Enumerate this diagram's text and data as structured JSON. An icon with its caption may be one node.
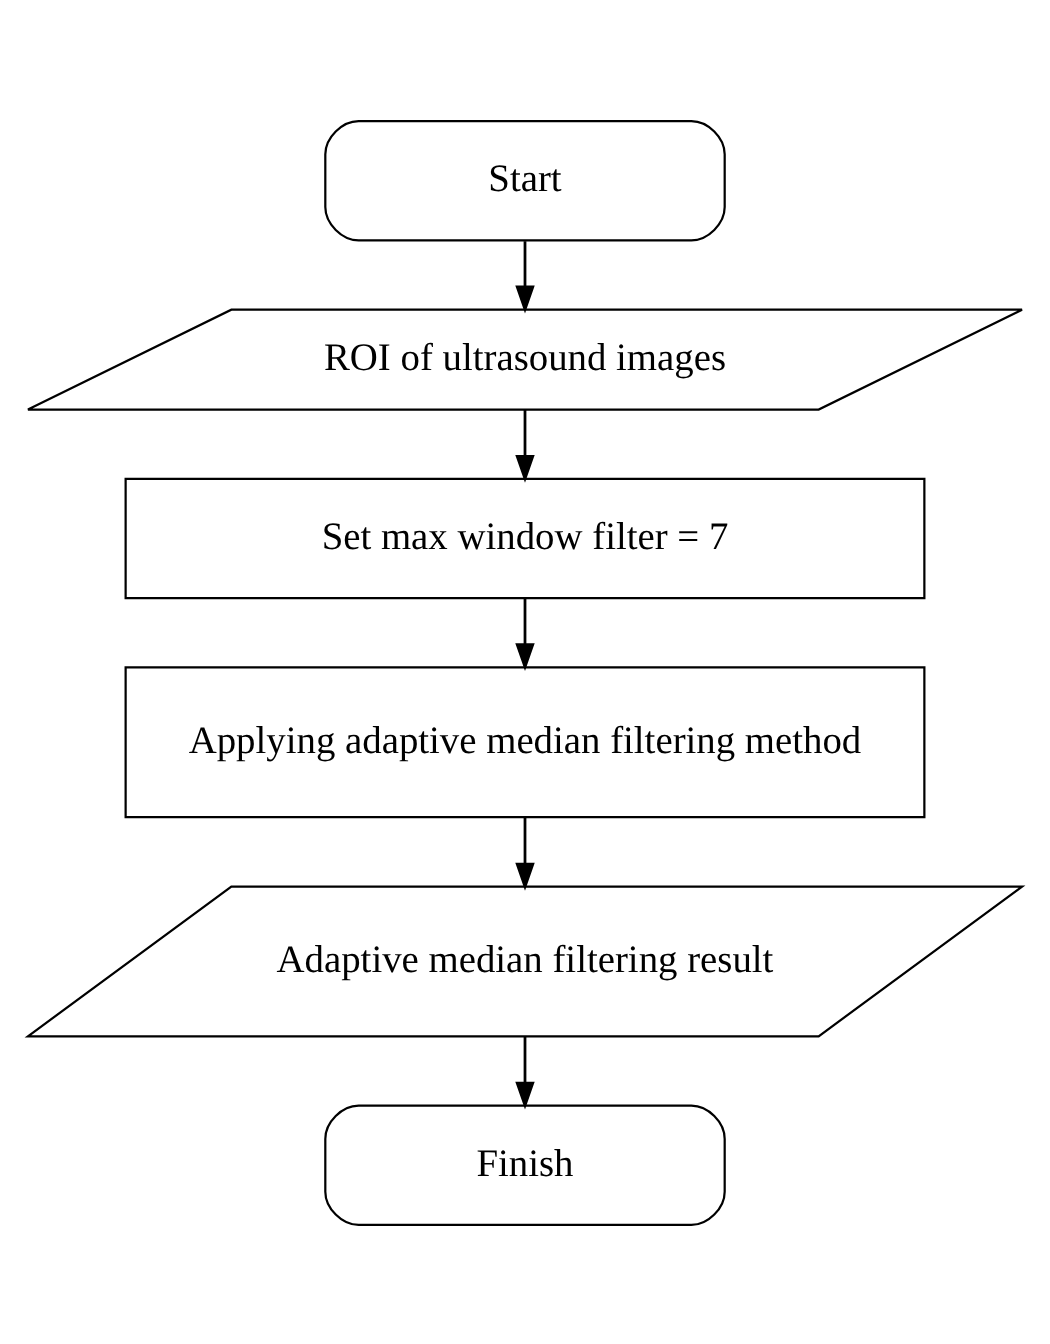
{
  "diagram": {
    "nodes": [
      {
        "text": [
          "Start"
        ]
      },
      {
        "text": [
          "ROI of ultrasound images"
        ]
      },
      {
        "text": [
          "Set max window filter = 7"
        ]
      },
      {
        "text": [
          "Applying adaptive median filtering method"
        ]
      },
      {
        "text": [
          "Adaptive median filtering result"
        ]
      },
      {
        "text": [
          "Finish"
        ]
      }
    ],
    "edges": [
      {
        "from": 0,
        "to": 1,
        "arrow": "to"
      },
      {
        "from": 1,
        "to": 2,
        "arrow": "to"
      },
      {
        "from": 2,
        "to": 3,
        "arrow": "to"
      },
      {
        "from": 3,
        "to": 4,
        "arrow": "to"
      },
      {
        "from": 4,
        "to": 5,
        "arrow": "to"
      }
    ]
  }
}
